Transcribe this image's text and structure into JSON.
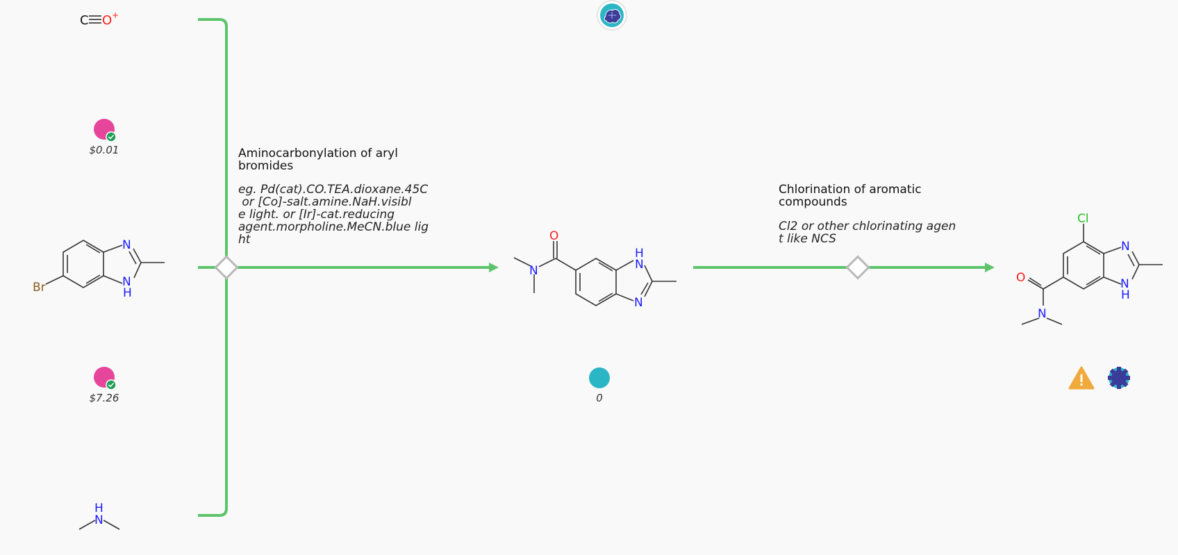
{
  "reactions": [
    {
      "title": "Aminocarbonylation of aryl bromides",
      "conditions": "eg. Pd(cat).CO.TEA.dioxane.45C\n or [Co]-salt.amine.NaH.visibl\ne light. or [Ir]-cat.reducing\nagent.morpholine.MeCN.blue lig\nht"
    },
    {
      "title": "Chlorination of aromatic compounds",
      "conditions": "Cl2 or other chlorinating agen\nt like NCS"
    }
  ],
  "reagents": [
    {
      "price": "$0.01"
    },
    {
      "price": "$7.26"
    }
  ],
  "intermediate": {
    "count": "0"
  },
  "atoms": {
    "C": "C",
    "O": "O",
    "plus": "+",
    "N": "N",
    "H": "H",
    "NH": "NH",
    "Br": "Br",
    "Cl": "Cl"
  },
  "icons": [
    "brain-icon",
    "check-icon",
    "warning-icon",
    "gear-icon"
  ],
  "colors": {
    "arrow": "#5cc46a",
    "purchasable": "#e5469b",
    "check": "#1f9d55",
    "intermediate": "#2bb6c6",
    "warning": "#f0a93b",
    "gear": "#3b3b9a",
    "nitrogen": "#1b1bff",
    "oxygen": "#ff1a1a",
    "bromine": "#8a5a1c",
    "chlorine": "#22c322"
  }
}
